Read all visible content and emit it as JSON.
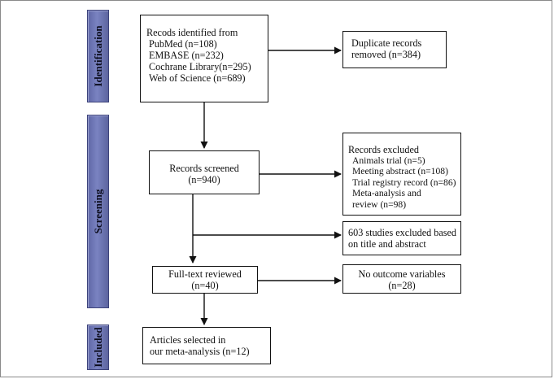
{
  "stages": {
    "identification": "Identification",
    "screening": "Screening",
    "included": "Included"
  },
  "boxes": {
    "records_identified": {
      "title": "Recods identified from",
      "lines": [
        "PubMed (n=108)",
        "EMBASE (n=232)",
        "Cochrane Library(n=295)",
        "Web of Science  (n=689)"
      ]
    },
    "duplicates_removed": {
      "lines": [
        "Duplicate records",
        "removed (n=384)"
      ]
    },
    "records_screened": {
      "lines": [
        "Records screened",
        "(n=940)"
      ]
    },
    "records_excluded": {
      "title": "Records excluded",
      "lines": [
        "Animals trial (n=5)",
        "Meeting abstract (n=108)",
        "Trial registry record (n=86)",
        "Meta-analysis and",
        "review (n=98)"
      ]
    },
    "title_abstract_excluded": {
      "lines": [
        "603 studies excluded based",
        "on title and abstract"
      ]
    },
    "full_text_reviewed": {
      "lines": [
        "Full-text reviewed",
        "(n=40)"
      ]
    },
    "no_outcome": {
      "lines": [
        "No outcome variables",
        "(n=28)"
      ]
    },
    "articles_selected": {
      "lines": [
        "Articles selected  in",
        "our meta-analysis (n=12)"
      ]
    }
  }
}
